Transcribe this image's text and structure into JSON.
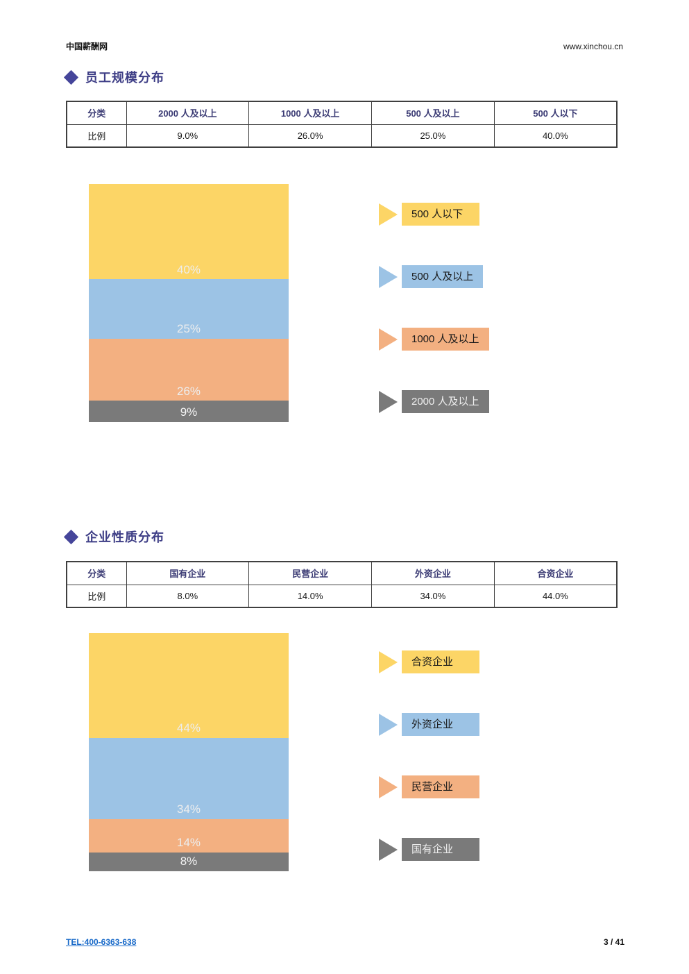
{
  "header": {
    "brand": "中国薪酬网",
    "website": "www.xinchou.cn"
  },
  "footer": {
    "tel_link": "TEL:400-6363-638",
    "page_number": "3 / 41"
  },
  "colors": {
    "accent_purple": "#45459a",
    "table_header_text": "#3b3b74",
    "series_yellow": "#fcd566",
    "series_blue": "#9cc3e5",
    "series_orange": "#f3b081",
    "series_gray": "#7a7a7a",
    "link_blue": "#1668c8"
  },
  "sections": [
    {
      "id": "employee-scale",
      "title": "员工规模分布",
      "table": {
        "headers": [
          "分类",
          "2000 人及以上",
          "1000 人及以上",
          "500 人及以上",
          "500 人以下"
        ],
        "row_label": "比例",
        "values": [
          "9.0%",
          "26.0%",
          "25.0%",
          "40.0%"
        ]
      },
      "legend": [
        {
          "label": "500 人以下",
          "color": "#fcd566",
          "text_color": "#1a1a1a"
        },
        {
          "label": "500 人及以上",
          "color": "#9cc3e5",
          "text_color": "#1a1a1a"
        },
        {
          "label": "1000 人及以上",
          "color": "#f3b081",
          "text_color": "#1a1a1a"
        },
        {
          "label": "2000 人及以上",
          "color": "#7a7a7a",
          "text_color": "#efefef"
        }
      ]
    },
    {
      "id": "enterprise-nature",
      "title": "企业性质分布",
      "table": {
        "headers": [
          "分类",
          "国有企业",
          "民营企业",
          "外资企业",
          "合资企业"
        ],
        "row_label": "比例",
        "values": [
          "8.0%",
          "14.0%",
          "34.0%",
          "44.0%"
        ]
      },
      "legend": [
        {
          "label": "合资企业",
          "color": "#fcd566",
          "text_color": "#1a1a1a"
        },
        {
          "label": "外资企业",
          "color": "#9cc3e5",
          "text_color": "#1a1a1a"
        },
        {
          "label": "民营企业",
          "color": "#f3b081",
          "text_color": "#1a1a1a"
        },
        {
          "label": "国有企业",
          "color": "#7a7a7a",
          "text_color": "#efefef"
        }
      ]
    }
  ],
  "chart_data": [
    {
      "type": "bar",
      "subtype": "stacked-column",
      "title": "员工规模分布",
      "categories": [
        "2000 人及以上",
        "1000 人及以上",
        "500 人及以上",
        "500 人以下"
      ],
      "values": [
        9,
        26,
        25,
        40
      ],
      "unit": "%",
      "legend_position": "right",
      "grid": false,
      "segments_bottom_to_top": [
        {
          "label": "2000 人及以上",
          "value": 9,
          "display": "9%",
          "color": "#7a7a7a",
          "label_color": "#f5f5f5"
        },
        {
          "label": "1000 人及以上",
          "value": 26,
          "display": "26%",
          "color": "#f3b081",
          "label_color": "#ededed"
        },
        {
          "label": "500 人及以上",
          "value": 25,
          "display": "25%",
          "color": "#9cc3e5",
          "label_color": "#ededed"
        },
        {
          "label": "500 人以下",
          "value": 40,
          "display": "40%",
          "color": "#fcd566",
          "label_color": "#ededed"
        }
      ]
    },
    {
      "type": "bar",
      "subtype": "stacked-column",
      "title": "企业性质分布",
      "categories": [
        "国有企业",
        "民营企业",
        "外资企业",
        "合资企业"
      ],
      "values": [
        8,
        14,
        34,
        44
      ],
      "unit": "%",
      "legend_position": "right",
      "grid": false,
      "segments_bottom_to_top": [
        {
          "label": "国有企业",
          "value": 8,
          "display": "8%",
          "color": "#7a7a7a",
          "label_color": "#f5f5f5"
        },
        {
          "label": "民营企业",
          "value": 14,
          "display": "14%",
          "color": "#f3b081",
          "label_color": "#ededed"
        },
        {
          "label": "外资企业",
          "value": 34,
          "display": "34%",
          "color": "#9cc3e5",
          "label_color": "#ededed"
        },
        {
          "label": "合资企业",
          "value": 44,
          "display": "44%",
          "color": "#fcd566",
          "label_color": "#ededed"
        }
      ]
    }
  ]
}
